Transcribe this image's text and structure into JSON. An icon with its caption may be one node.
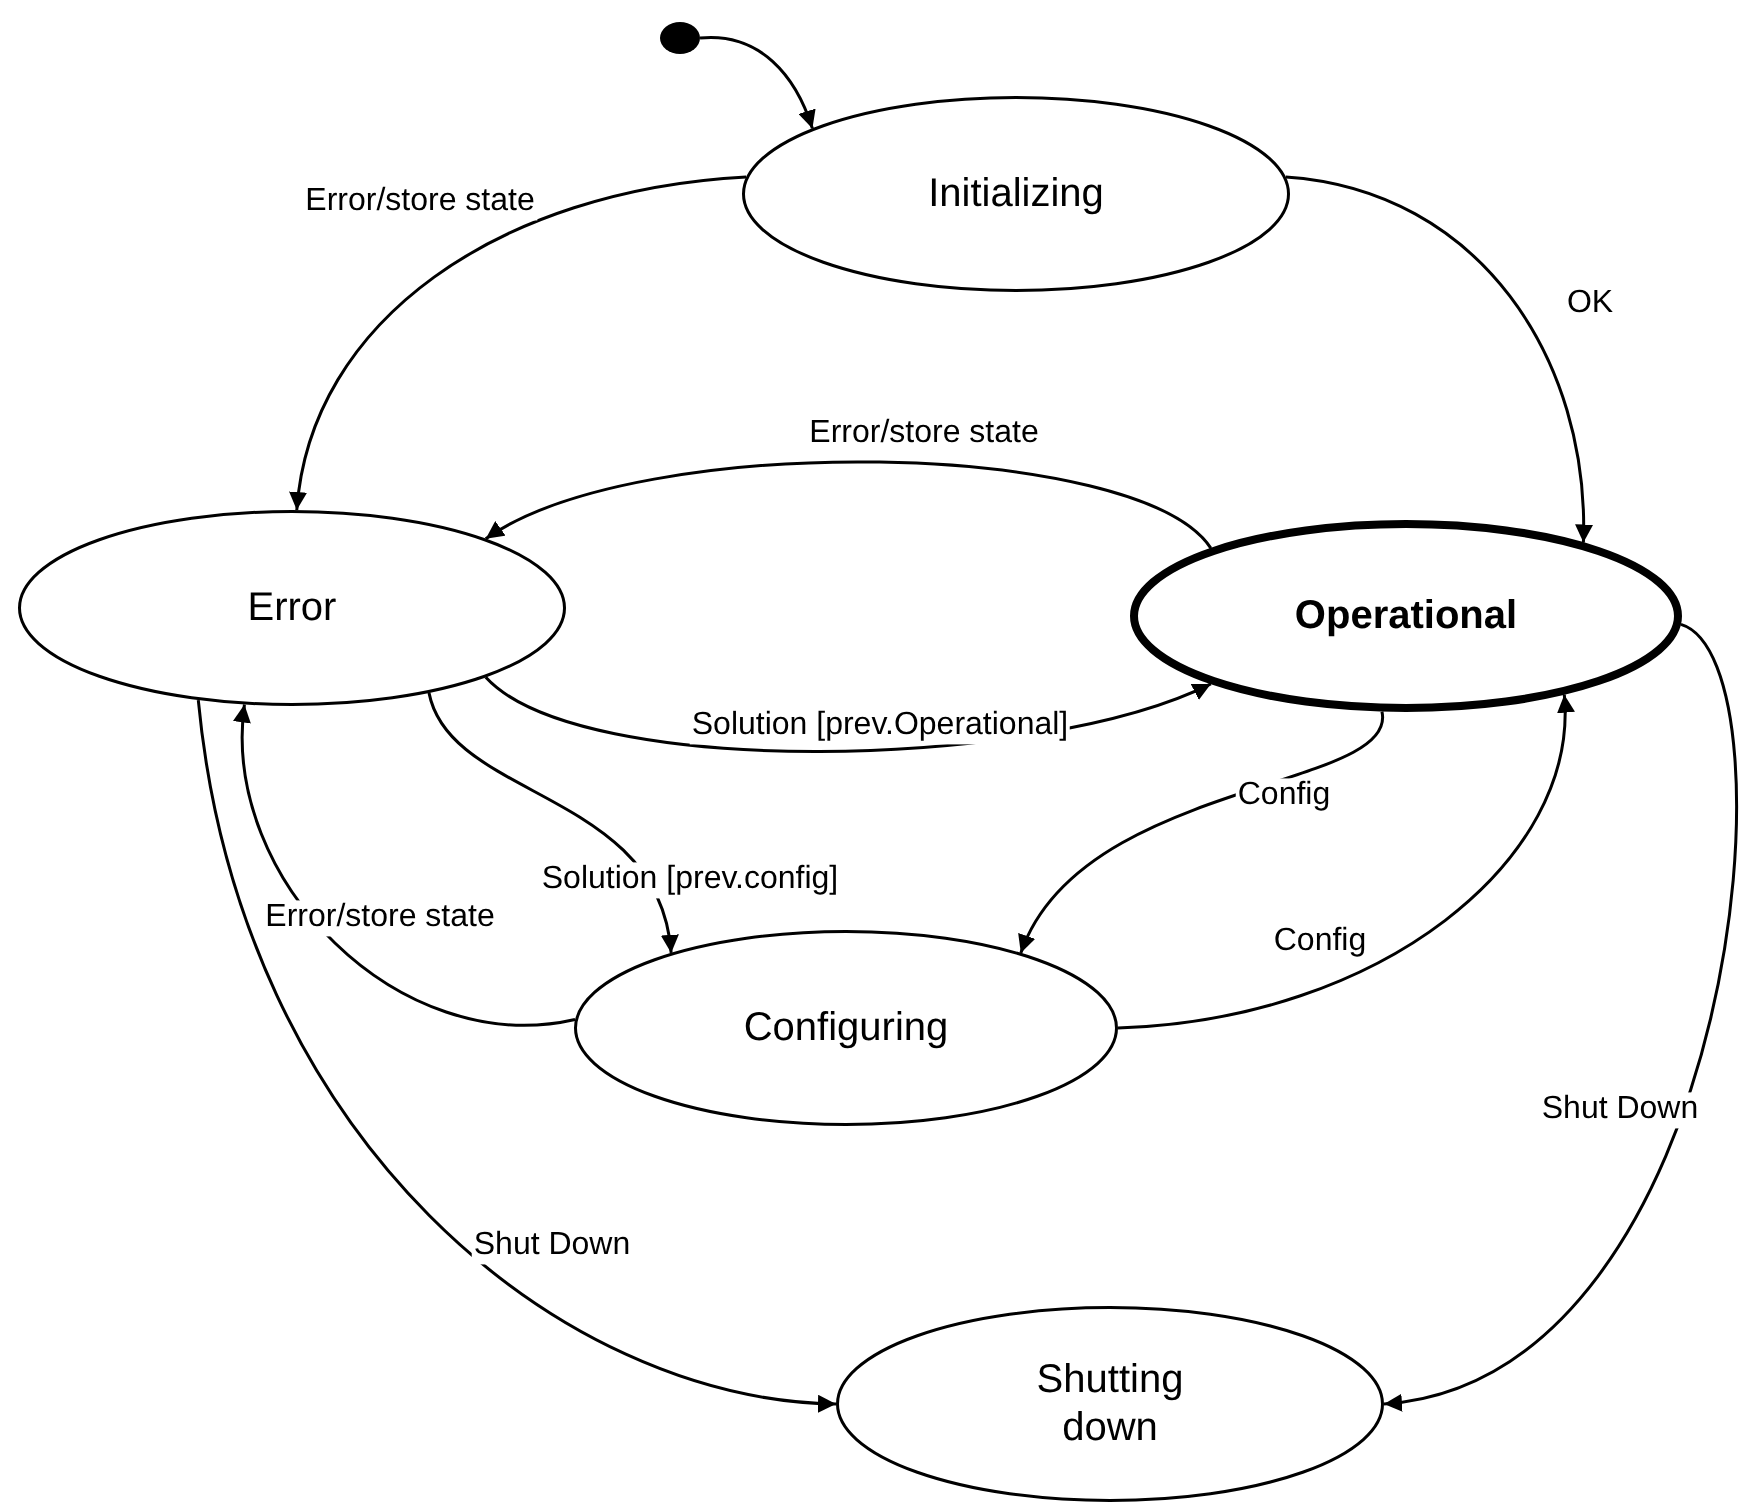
{
  "diagram": {
    "nodes": [
      {
        "text": [],
        "shape": "circle"
      },
      {
        "text": [
          "Initializing"
        ]
      },
      {
        "text": [
          "Error"
        ]
      },
      {
        "text": [
          "Operational"
        ]
      },
      {
        "text": [
          "Configuring"
        ]
      },
      {
        "text": [
          "Shutting down"
        ]
      }
    ],
    "edges": [
      {
        "from": 0,
        "to": 1,
        "arrow": "to"
      },
      {
        "from": 1,
        "to": 2,
        "arrow": "to",
        "label": "Error/store state"
      },
      {
        "from": 1,
        "to": 3,
        "arrow": "to",
        "label": "OK"
      },
      {
        "from": 3,
        "to": 2,
        "arrow": "to",
        "label": "Error/store state"
      },
      {
        "from": 2,
        "to": 3,
        "arrow": "to",
        "label": "Solution  [prev.Operational]"
      },
      {
        "from": 2,
        "to": 4,
        "arrow": "to",
        "label": "Solution  [prev.config]"
      },
      {
        "from": 3,
        "to": 4,
        "arrow": "to",
        "label": "Config"
      },
      {
        "from": 4,
        "to": 3,
        "arrow": "to",
        "label": "Config"
      },
      {
        "from": 4,
        "to": 2,
        "arrow": "to",
        "label": "Error/store state"
      },
      {
        "from": 2,
        "to": 5,
        "arrow": "to",
        "label": "Shut Down"
      },
      {
        "from": 3,
        "to": 5,
        "arrow": "to",
        "label": "Shut Down"
      }
    ]
  }
}
